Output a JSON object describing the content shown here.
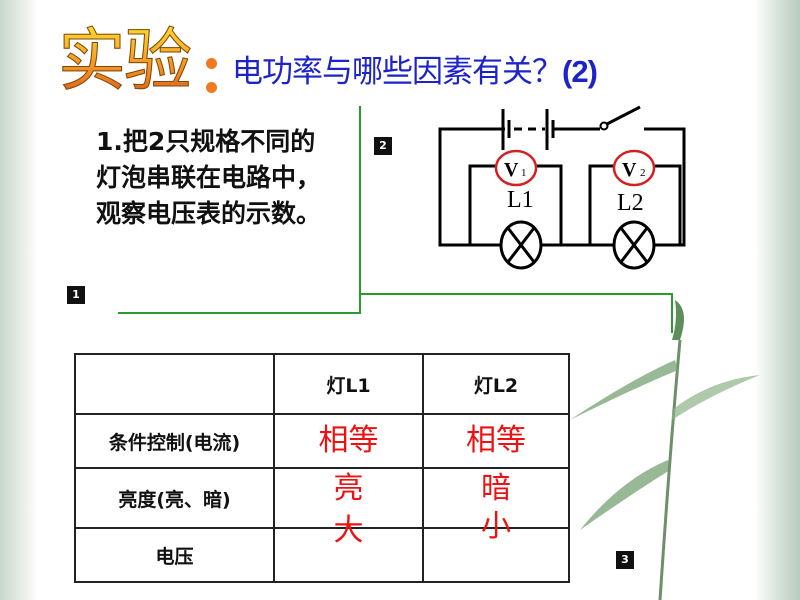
{
  "title": {
    "main": "实验",
    "sub": "电功率与哪些因素有关？",
    "sub_suffix": "(2)"
  },
  "intro": {
    "text": "1.把2只规格不同的灯泡串联在电路中，观察电压表的示数。"
  },
  "tags": [
    "1",
    "2",
    "3"
  ],
  "circuit": {
    "meter1": "V",
    "meter1_sub": "1",
    "meter2": "V",
    "meter2_sub": "2",
    "lamp1": "L1",
    "lamp2": "L2"
  },
  "table": {
    "headers": [
      "",
      "灯L1",
      "灯L2"
    ],
    "row_labels": [
      "条件控制(电流)",
      "亮度(亮、暗)",
      "电压"
    ],
    "l1": {
      "current": "相等",
      "brightness": "亮",
      "voltage": "大"
    },
    "l2": {
      "current": "相等",
      "brightness": "暗",
      "voltage": "小"
    }
  },
  "colors": {
    "title_blue": "#1c24c8",
    "answer_red": "#ee1111",
    "line_green": "#2a9a30"
  }
}
